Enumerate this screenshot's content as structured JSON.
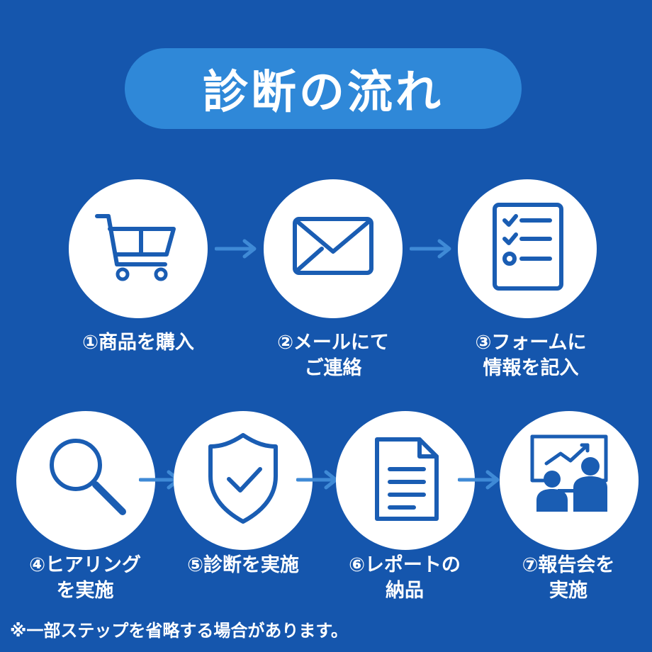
{
  "title": "診断の流れ",
  "colors": {
    "background": "#1556ad",
    "title_pill": "#2f88d8",
    "icon": "#1a5db3",
    "arrow": "#3f8ad6",
    "circle": "#ffffff",
    "text": "#ffffff"
  },
  "steps": [
    {
      "icon": "shopping-cart-icon",
      "line1": "①商品を購入",
      "line2": ""
    },
    {
      "icon": "envelope-icon",
      "line1": "②メールにて",
      "line2": "ご連絡"
    },
    {
      "icon": "checklist-form-icon",
      "line1": "③フォームに",
      "line2": "情報を記入"
    },
    {
      "icon": "magnifier-icon",
      "line1": "④ヒアリング",
      "line2": "を実施"
    },
    {
      "icon": "shield-check-icon",
      "line1": "⑤診断を実施",
      "line2": ""
    },
    {
      "icon": "document-icon",
      "line1": "⑥レポートの",
      "line2": "納品"
    },
    {
      "icon": "presentation-icon",
      "line1": "⑦報告会を",
      "line2": "実施"
    }
  ],
  "note": "※一部ステップを省略する場合があります。"
}
